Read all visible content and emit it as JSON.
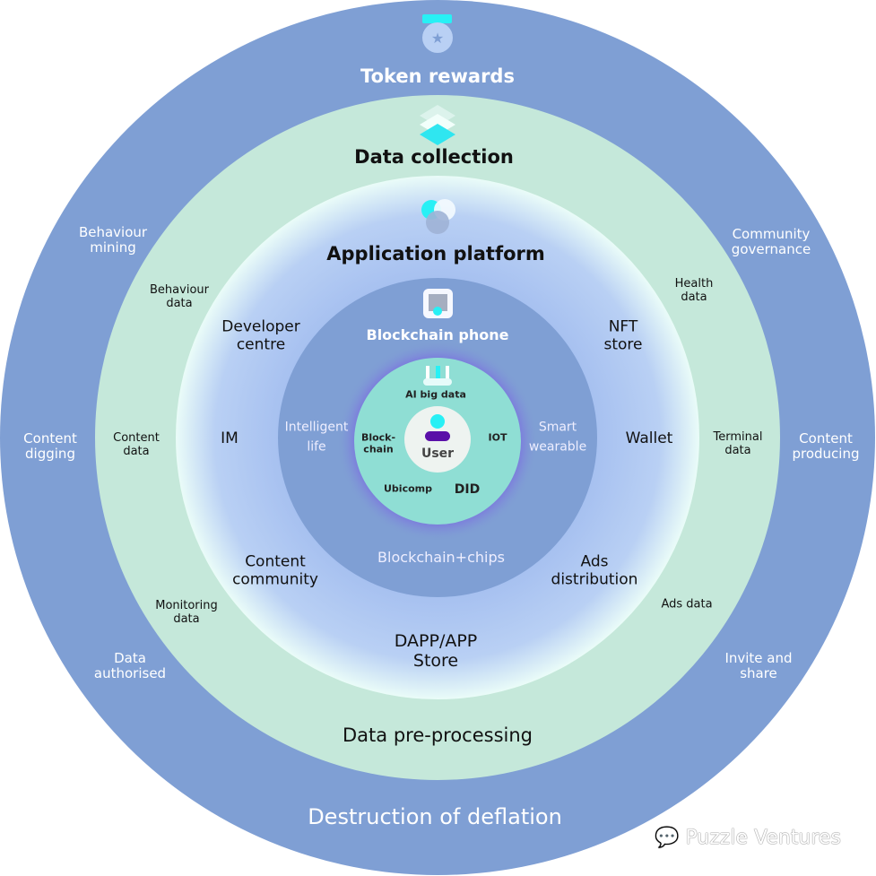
{
  "colors": {
    "outer": "#7f9fd4",
    "green": "#c5e8da",
    "app_ring": "#a6c0f0",
    "inner": "#7f9fd4",
    "core": "#8fded4",
    "user": "#eef3f0",
    "accent": "#28f0f5",
    "purple": "#5a0fa8"
  },
  "outer_ring": {
    "top": "Token rewards",
    "bottom": "Destruction of deflation",
    "items": [
      "Behaviour mining",
      "Community governance",
      "Content digging",
      "Content producing",
      "Data authorised",
      "Invite and share"
    ]
  },
  "green_ring": {
    "top": "Data collection",
    "bottom": "Data pre-processing",
    "items": [
      "Behaviour data",
      "Health data",
      "Content data",
      "Terminal data",
      "Monitoring data",
      "Ads data"
    ]
  },
  "app_ring": {
    "top": "Application platform",
    "bottom": "DAPP/APP Store",
    "items": [
      "Developer centre",
      "NFT store",
      "IM",
      "Wallet",
      "Content community",
      "Ads distribution"
    ]
  },
  "inner_ring": {
    "top": "Blockchain phone",
    "bottom": "Blockchain+chips",
    "items": [
      "Intelligent life",
      "Smart wearable"
    ]
  },
  "core": {
    "items": [
      "AI big data",
      "Block-chain",
      "IOT",
      "Ubicomp",
      "DID"
    ],
    "center": "User"
  },
  "watermark": "Puzzle Ventures"
}
